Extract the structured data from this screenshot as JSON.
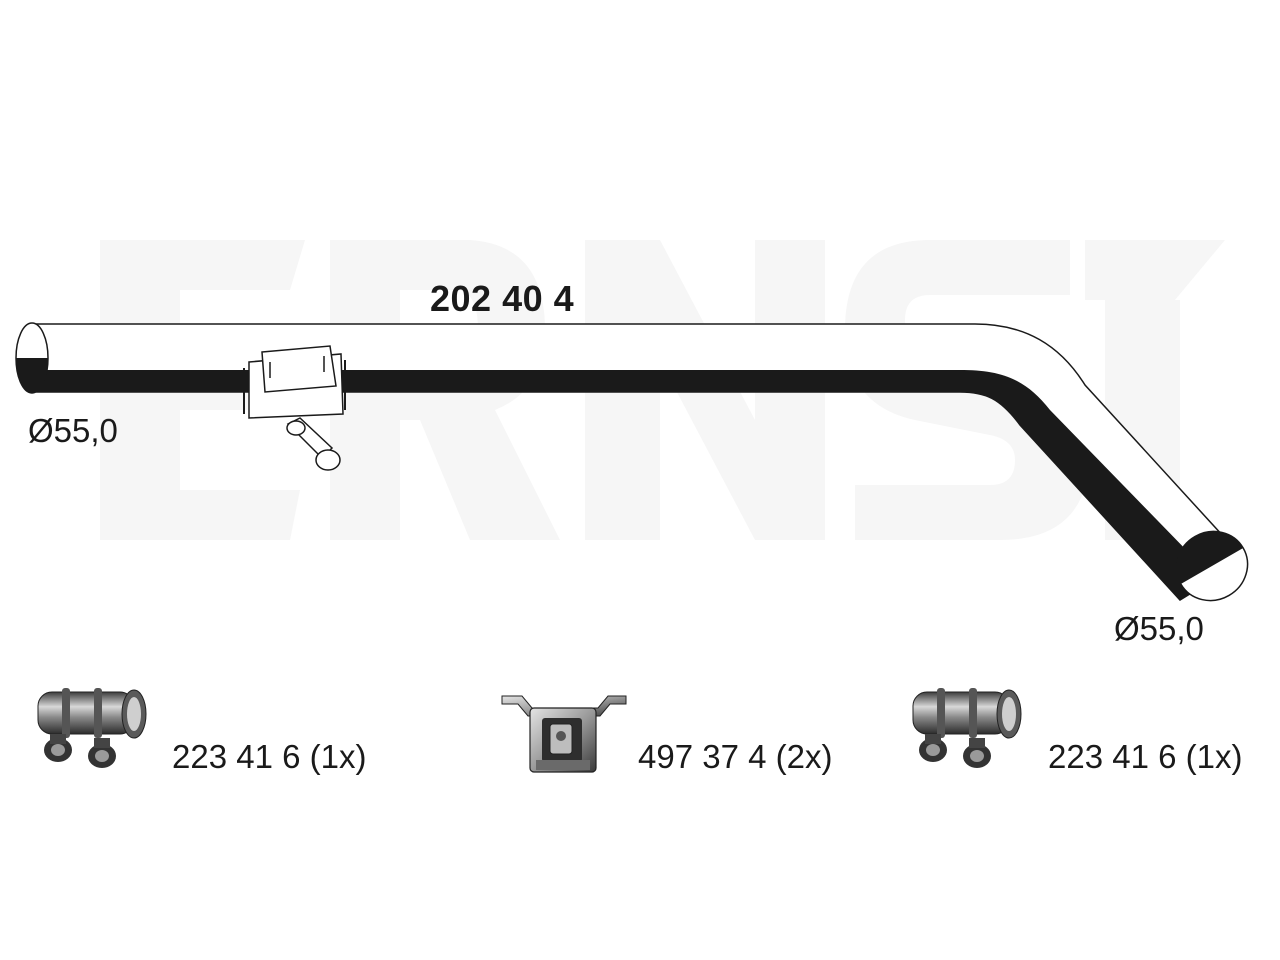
{
  "watermark": {
    "brand": "ERNST",
    "color": "#f6f6f6"
  },
  "pipe": {
    "part_number": "202 40 4",
    "diameter_left": "Ø55,0",
    "diameter_right": "Ø55,0",
    "outline_color": "#1a1a1a",
    "shade_color": "#1a1a1a"
  },
  "accessories": [
    {
      "icon": "clamp-icon",
      "label": "223 41 6 (1x)"
    },
    {
      "icon": "rubber-hanger-icon",
      "label": "497 37 4 (2x)"
    },
    {
      "icon": "clamp-icon",
      "label": "223 41 6 (1x)"
    }
  ],
  "colors": {
    "metal_dark": "#3c3c3c",
    "metal_mid": "#8a8a8a",
    "metal_light": "#d8d8d8"
  }
}
